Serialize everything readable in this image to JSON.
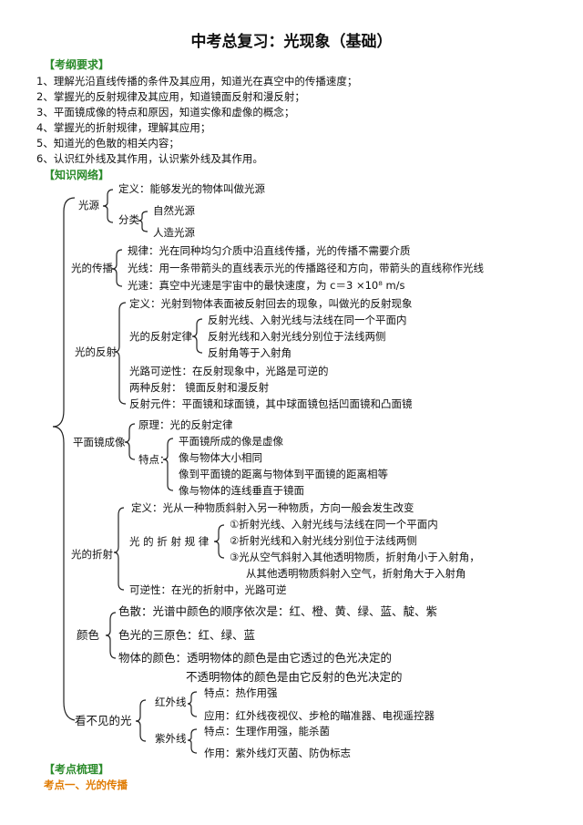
{
  "title": "中考总复习：光现象（基础）",
  "sections": {
    "requirements": "【考纲要求】",
    "network": "【知识网络】",
    "review": "【考点梳理】"
  },
  "requirements": [
    "1、理解光沿直线传播的条件及其应用，知道光在真空中的传播速度；",
    "2、掌握光的反射规律及其应用，知道镜面反射和漫反射；",
    "3、平面镜成像的特点和原因，知道实像和虚像的概念；",
    "4、掌握光的折射规律，理解其应用；",
    "5、知道光的色散的相关内容；",
    "6、认识红外线及其作用，认识紫外线及其作用。"
  ],
  "map": {
    "light_source": {
      "label": "光源",
      "definition": "定义：能够发光的物体叫做光源",
      "classify": "分类",
      "natural": "自然光源",
      "artificial": "人造光源"
    },
    "propagation": {
      "label": "光的传播",
      "rule": "规律：光在同种均匀介质中沿直线传播，光的传播不需要介质",
      "ray": "光线：用一条带箭头的直线表示光的传播路径和方向，带箭头的直线称作光线",
      "speed": "光速：真空中光速是宇宙中的最快速度，为 c＝3 ×10⁸ m/s"
    },
    "reflection": {
      "label": "光的反射",
      "definition": "定义：光射到物体表面被反射回去的现象，叫做光的反射现象",
      "law_label": "光的反射定律",
      "law1": "反射光线、入射光线与法线在同一个平面内",
      "law2": "反射光线和入射光线分别位于法线两侧",
      "law3": "反射角等于入射角",
      "reversible": "光路可逆性：在反射现象中，光路是可逆的",
      "types": "两种反射：   镜面反射和漫反射",
      "elements": "反射元件：平面镜和球面镜，其中球面镜包括凹面镜和凸面镜"
    },
    "mirror": {
      "label": "平面镜成像",
      "principle": "原理：光的反射定律",
      "features": "特点：",
      "f1": "平面镜所成的像是虚像",
      "f2": "像与物体大小相同",
      "f3": "像到平面镜的距离与物体到平面镜的距离相等",
      "f4": "像与物体的连线垂直于镜面"
    },
    "refraction": {
      "label": "光的折射",
      "definition": "定义：光从一种物质斜射入另一种物质，方向一般会发生改变",
      "law_label": "光 的 折 射 规 律",
      "law1": "①折射光线、入射光线与法线在同一个平面内",
      "law2": "②折射光线和入射光线分别位于法线两侧",
      "law3a": "③光从空气斜射入其他透明物质，折射角小于入射角，",
      "law3b": "从其他透明物质斜射入空气，折射角大于入射角",
      "reversible": "可逆性：在光的折射中，光路可逆"
    },
    "color": {
      "label": "颜色",
      "dispersion": "色散：光谱中颜色的顺序依次是：红、橙、黄、绿、蓝、靛、紫",
      "primary": "色光的三原色：红、绿、蓝",
      "object1": "物体的颜色：透明物体的颜色是由它透过的色光决定的",
      "object2": "不透明物体的颜色是由它反射的色光决定的"
    },
    "invisible": {
      "label": "看不见的光",
      "infrared": "红外线",
      "ir_feature": "特点：热作用强",
      "ir_use": "应用：红外线夜视仪、步枪的瞄准器、电视遥控器",
      "ultraviolet": "紫外线",
      "uv_feature": "特点：生理作用强，能杀菌",
      "uv_use": "作用：紫外线灯灭菌、防伪标志"
    }
  },
  "review": {
    "point1": "考点一、光的传播"
  },
  "colors": {
    "section": "#2a8a2a",
    "keypoint": "#e07a00"
  }
}
